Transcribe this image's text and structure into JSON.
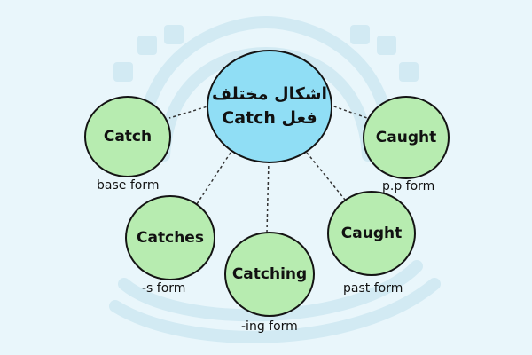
{
  "center": {
    "line1": "اشکال مختلف",
    "line2": "فعل Catch"
  },
  "nodes": [
    {
      "label": "Catch",
      "caption": "base form"
    },
    {
      "label": "Catches",
      "caption": "-s form"
    },
    {
      "label": "Catching",
      "caption": "-ing form"
    },
    {
      "label": "Caught",
      "caption": "past form"
    },
    {
      "label": "Caught",
      "caption": "p.p form"
    }
  ],
  "colors": {
    "background": "#e9f6fb",
    "center_fill": "#90def5",
    "leaf_fill": "#b7ecb0",
    "outline": "#141414",
    "watermark": "#d2eaf3"
  },
  "icons": {
    "watermark": "brand-logo-watermark"
  }
}
